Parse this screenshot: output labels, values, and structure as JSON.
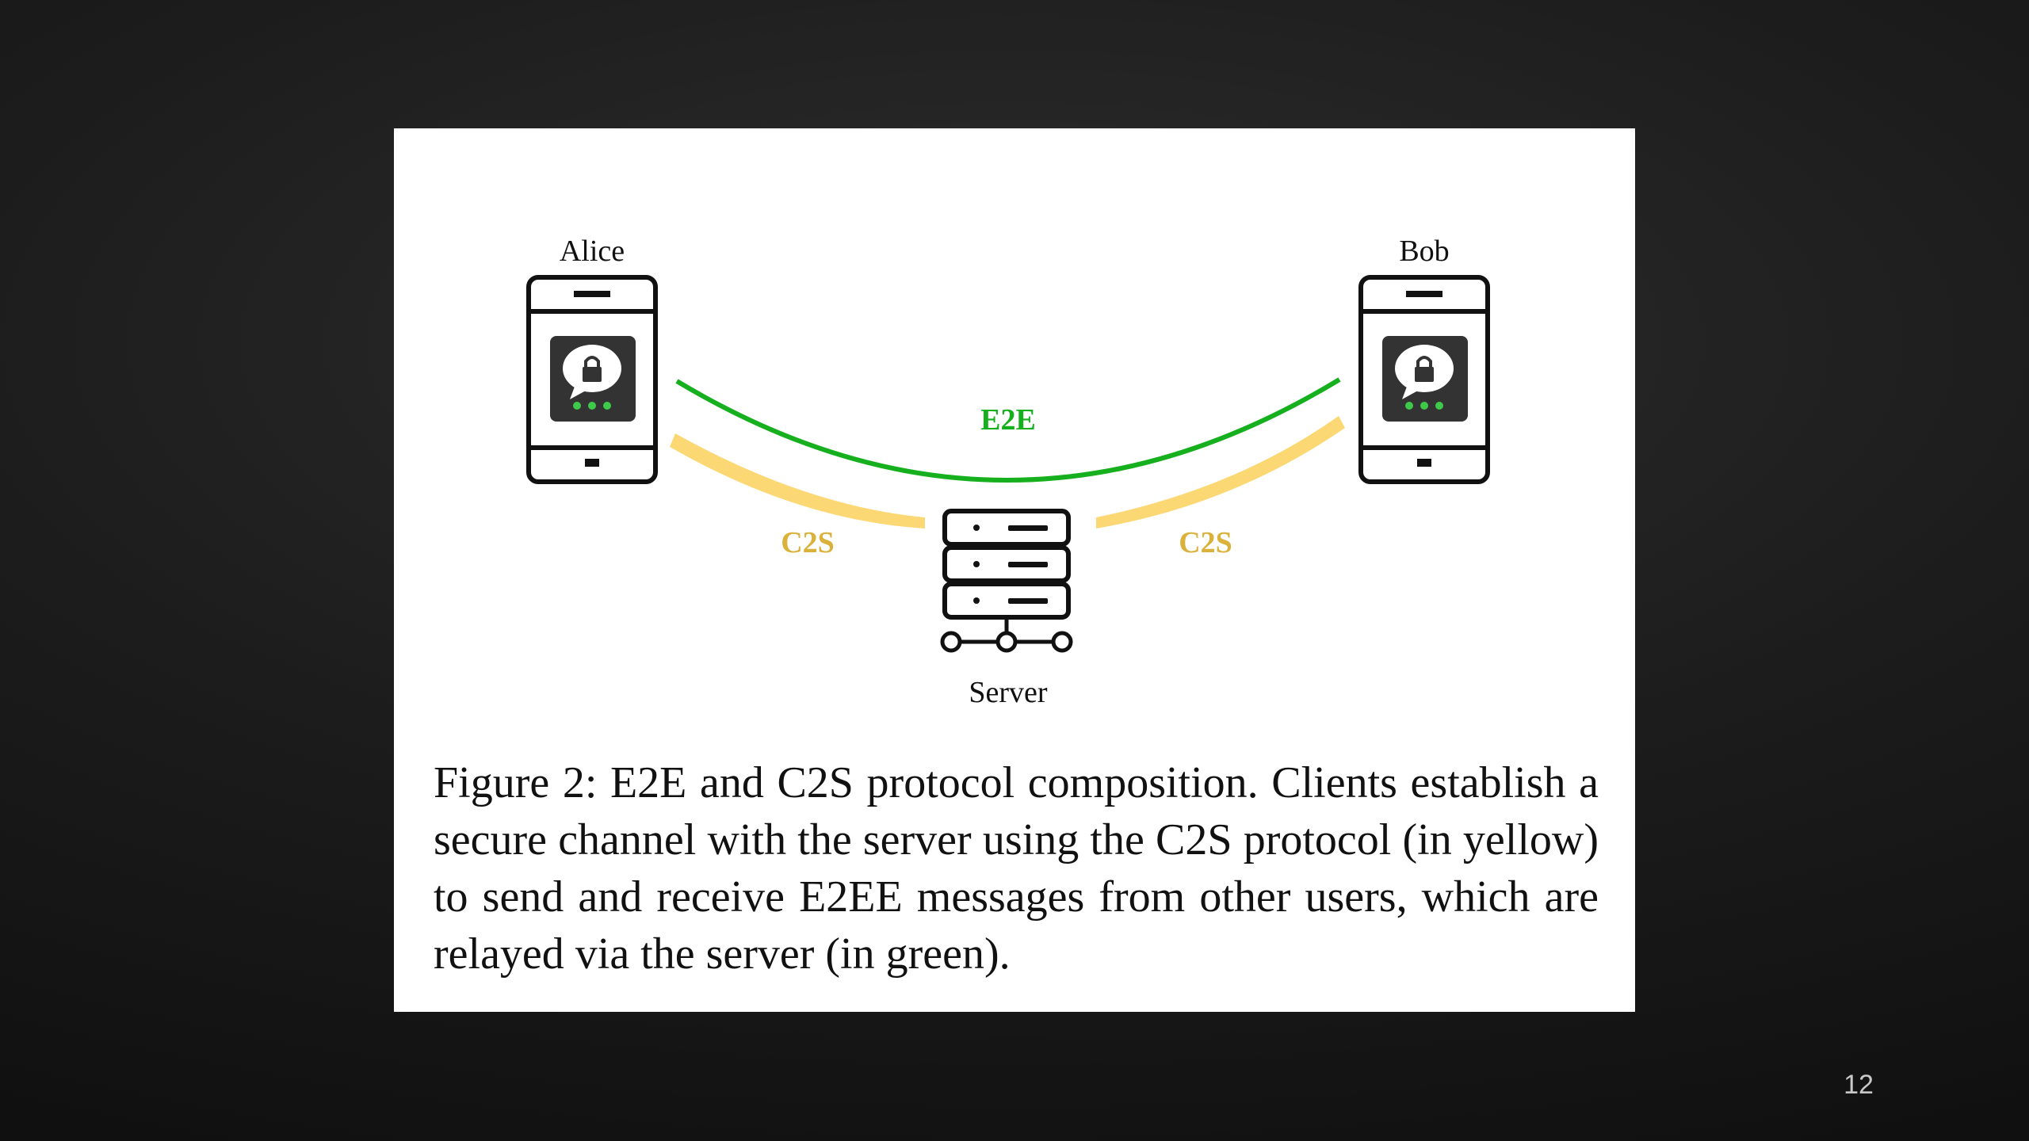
{
  "slide": {
    "page_number": "12"
  },
  "figure": {
    "nodes": {
      "alice": "Alice",
      "bob": "Bob",
      "server": "Server"
    },
    "channels": {
      "e2e_label": "E2E",
      "c2s_left_label": "C2S",
      "c2s_right_label": "C2S"
    },
    "caption": "Figure 2: E2E and C2S protocol composition. Clients establish a secure channel with the server using the C2S protocol (in yellow) to send and receive E2EE messages from other users, which are relayed via the server (in green).",
    "colors": {
      "e2e": "#16b01e",
      "c2s": "#fcd875",
      "c2s_label": "#d9b13b",
      "app_tile": "#333333",
      "app_dots": "#3ec94a"
    },
    "icons": {
      "client_device": "smartphone-icon",
      "client_app": "secure-chat-app-icon",
      "server": "server-rack-icon"
    }
  }
}
